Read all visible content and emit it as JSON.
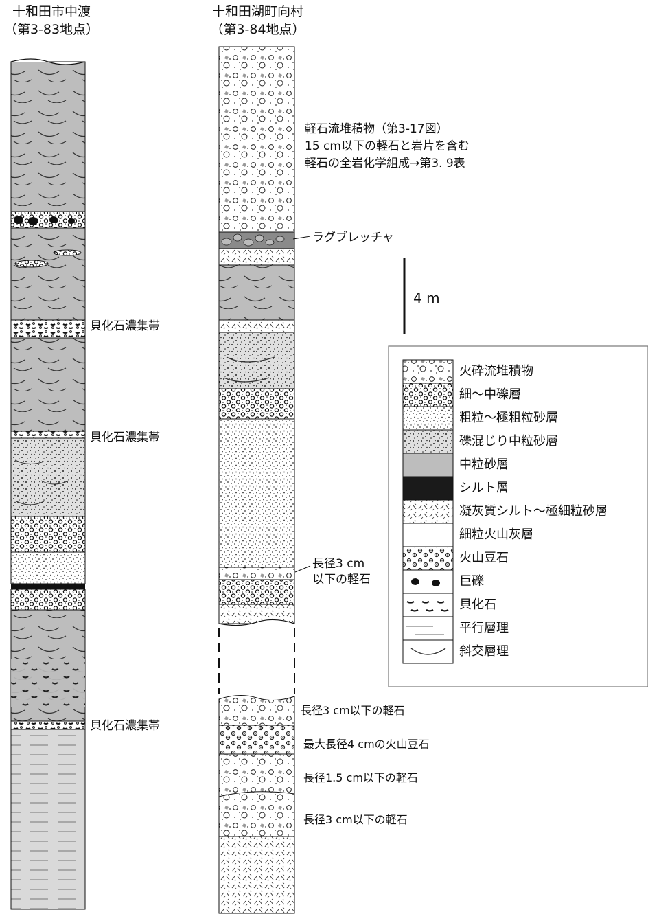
{
  "left_column": {
    "title": "十和田市中渡",
    "subtitle": "（第3-83地点）",
    "annotations": [
      "貝化石濃集帯",
      "貝化石濃集帯",
      "貝化石濃集帯"
    ]
  },
  "right_column": {
    "title": "十和田湖町向村",
    "subtitle": "（第3-84地点）",
    "pumice_note": [
      "軽石流堆積物（第3-17図）",
      "15 cm以下の軽石と岩片を含む",
      "軽石の全岩化学組成→第3. 9表"
    ],
    "lag_breccia": "ラグブレッチャ",
    "pumice_small": [
      "長径3 cm",
      "以下の軽石"
    ],
    "lower_notes": [
      "長径3 cm以下の軽石",
      "最大長径4 cmの火山豆石",
      "長径1.5 cm以下の軽石",
      "長径3 cm以下の軽石"
    ]
  },
  "scale": {
    "label": "4 m"
  },
  "legend": {
    "items": [
      {
        "key": "pyroclastic",
        "label": "火砕流堆積物"
      },
      {
        "key": "gravel",
        "label": "細～中礫層"
      },
      {
        "key": "coarse_sand",
        "label": "粗粒～極粗粒砂層"
      },
      {
        "key": "pebbly_sand",
        "label": "礫混じり中粒砂層"
      },
      {
        "key": "medium_sand",
        "label": "中粒砂層"
      },
      {
        "key": "silt",
        "label": "シルト層"
      },
      {
        "key": "tuff_silt",
        "label": "凝灰質シルト～極細粒砂層"
      },
      {
        "key": "fine_ash",
        "label": "細粒火山灰層"
      },
      {
        "key": "pisolite",
        "label": "火山豆石"
      },
      {
        "key": "boulder",
        "label": "巨礫"
      },
      {
        "key": "shell",
        "label": "貝化石"
      },
      {
        "key": "parallel",
        "label": "平行層理"
      },
      {
        "key": "cross",
        "label": "斜交層理"
      }
    ]
  },
  "colors": {
    "ink": "#111111",
    "medium_sand": "#bdbdbd",
    "silt": "#1a1a1a",
    "paper": "#ffffff"
  }
}
